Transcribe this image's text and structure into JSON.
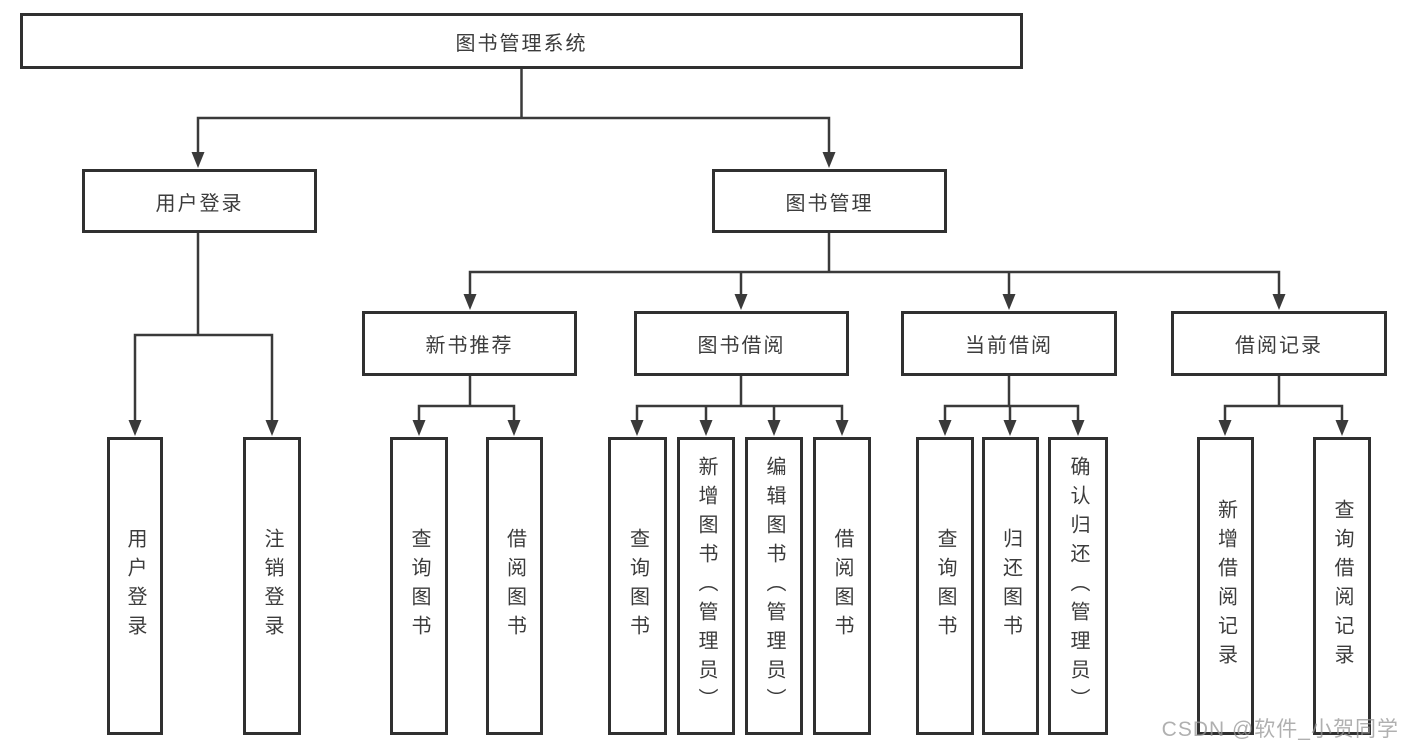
{
  "diagram": {
    "root": {
      "label": "图书管理系统"
    },
    "level2": [
      {
        "id": "user-login",
        "label": "用户登录"
      },
      {
        "id": "book-management",
        "label": "图书管理"
      }
    ],
    "level3": [
      {
        "id": "new-book-recommend",
        "label": "新书推荐"
      },
      {
        "id": "book-borrowing",
        "label": "图书借阅"
      },
      {
        "id": "current-borrowing",
        "label": "当前借阅"
      },
      {
        "id": "borrowing-records",
        "label": "借阅记录"
      }
    ],
    "leaves": {
      "user_login": [
        {
          "label": "用户登录"
        },
        {
          "label": "注销登录"
        }
      ],
      "new_book_recommend": [
        {
          "label": "查询图书"
        },
        {
          "label": "借阅图书"
        }
      ],
      "book_borrowing": [
        {
          "label": "查询图书"
        },
        {
          "label": "新增图书（管理员）"
        },
        {
          "label": "编辑图书（管理员）"
        },
        {
          "label": "借阅图书"
        }
      ],
      "current_borrowing": [
        {
          "label": "查询图书"
        },
        {
          "label": "归还图书"
        },
        {
          "label": "确认归还（管理员）"
        }
      ],
      "borrowing_records": [
        {
          "label": "新增借阅记录"
        },
        {
          "label": "查询借阅记录"
        }
      ]
    }
  },
  "watermark": {
    "text": "CSDN @软件_小贺同学"
  },
  "colors": {
    "line": "#3a3a3a",
    "border": "#303030",
    "text": "#3c3c3c",
    "watermark": "#969696",
    "background": "#ffffff"
  }
}
